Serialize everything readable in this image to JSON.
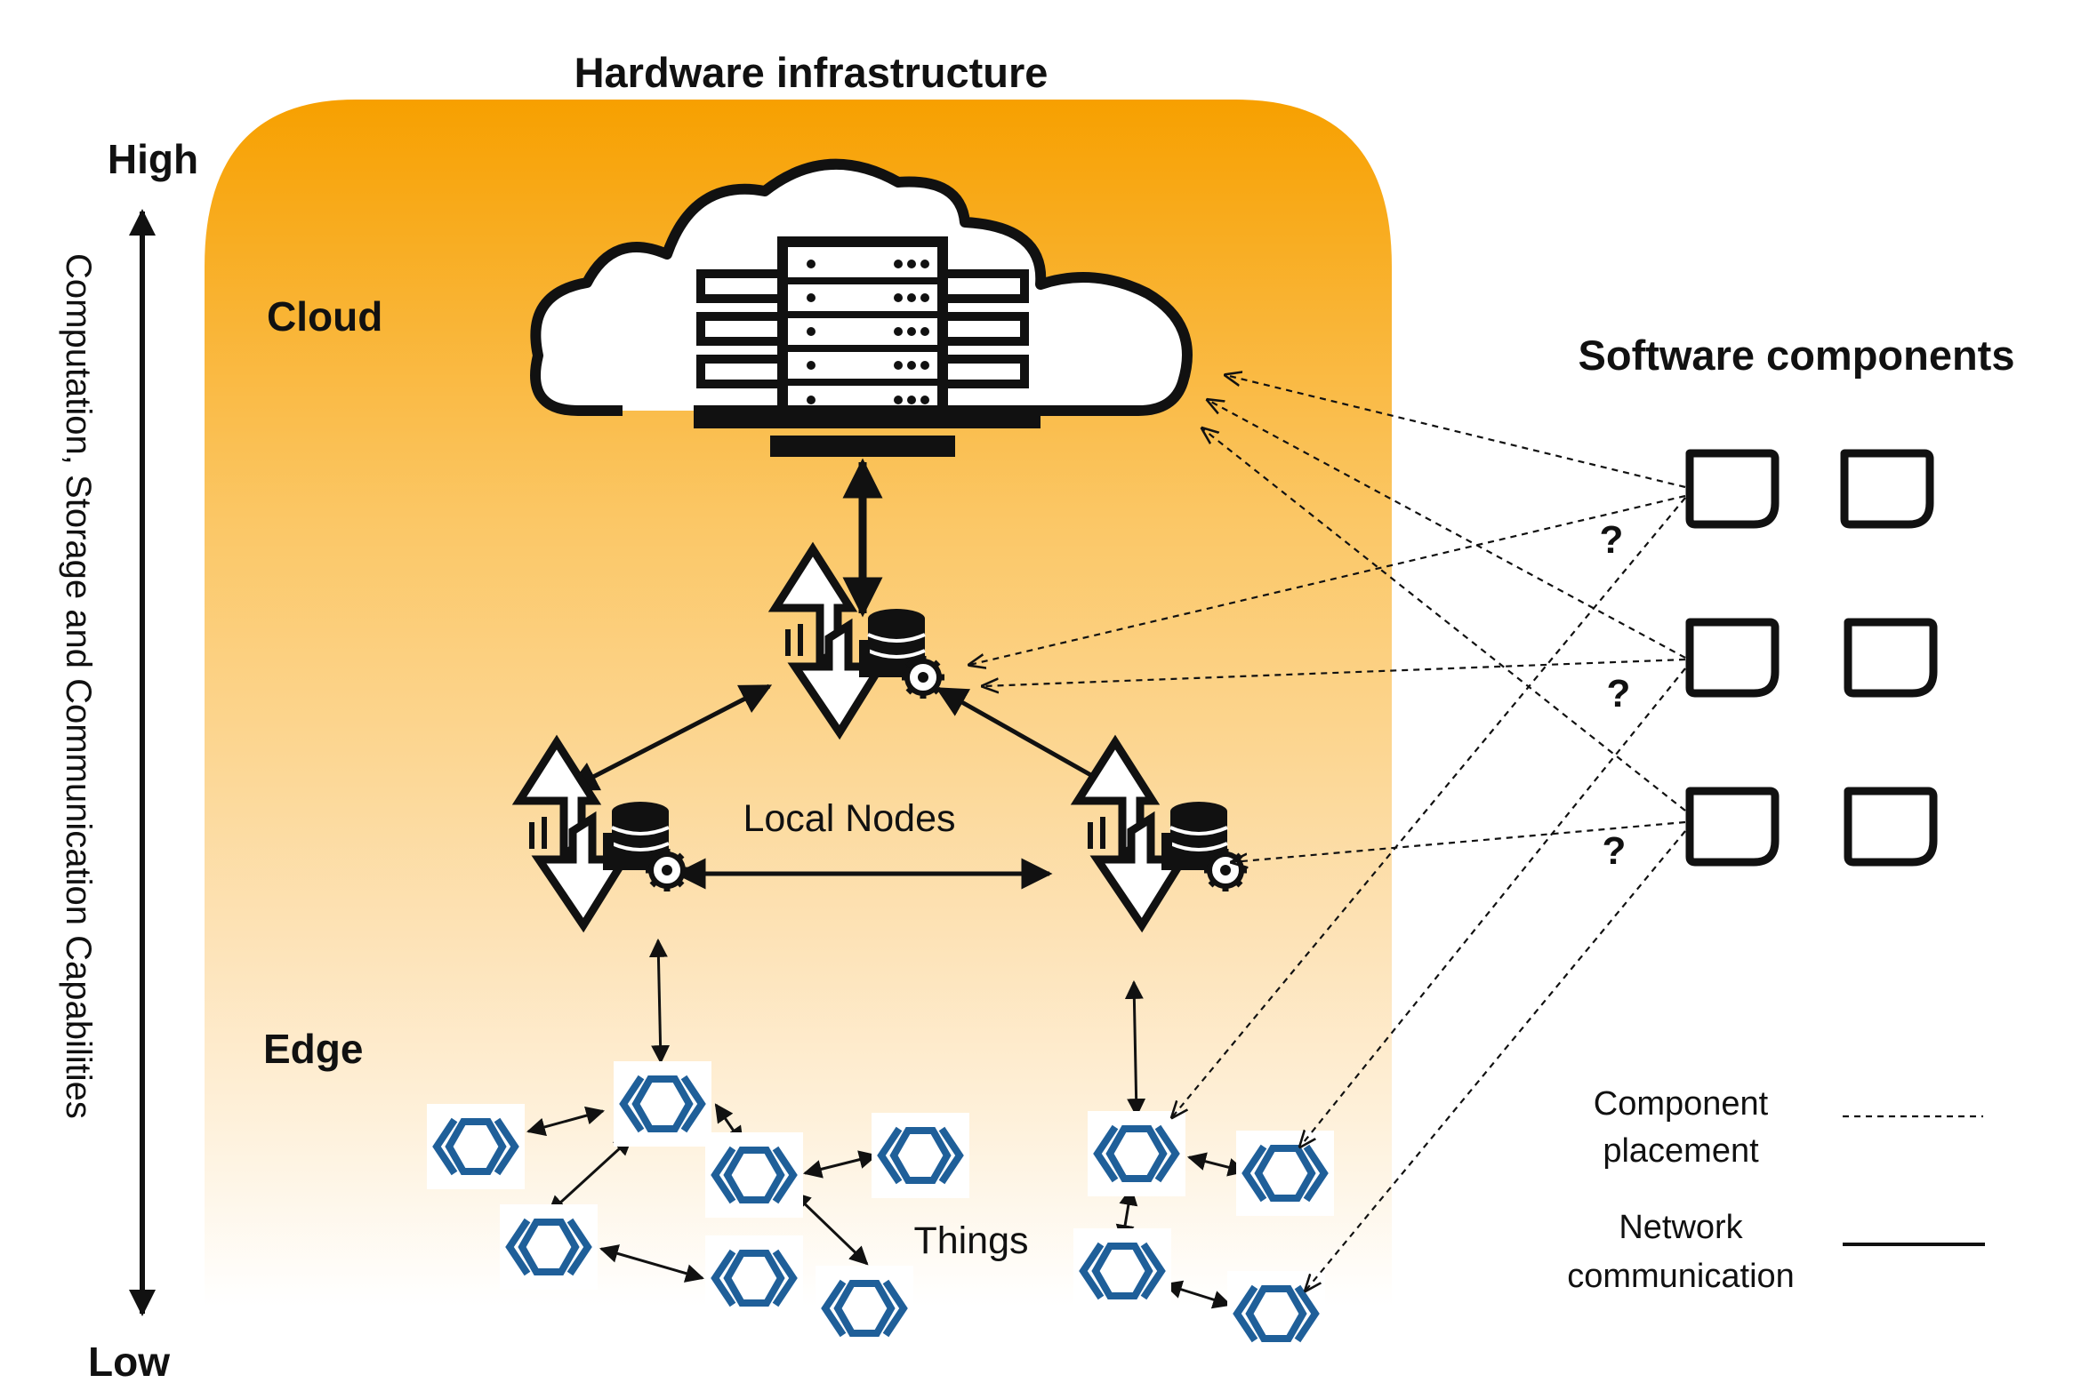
{
  "title": "Hardware infrastructure",
  "axis": {
    "high": "High",
    "low": "Low",
    "label": "Computation, Storage and Communication Capabilities"
  },
  "tiers": {
    "cloud": "Cloud",
    "edge": "Edge"
  },
  "labels": {
    "local_nodes": "Local Nodes",
    "things": "Things",
    "software_components": "Software components",
    "question_mark": "?"
  },
  "legend": {
    "placement_line1": "Component",
    "placement_line2": "placement",
    "network_line1": "Network",
    "network_line2": "communication"
  },
  "colors": {
    "gradient_top": "#f7a000",
    "gradient_mid": "#fbc766",
    "gradient_bottom": "#ffffff",
    "thing_icon": "#1f5f99",
    "line": "#111111"
  }
}
